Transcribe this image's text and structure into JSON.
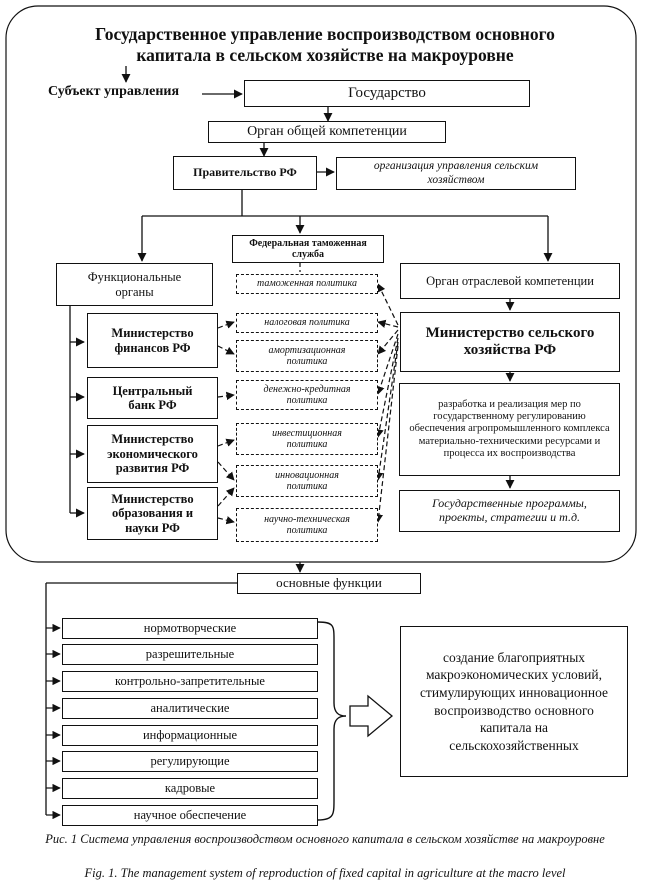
{
  "title": "Государственное управление воспроизводством основного капитала в сельском хозяйстве на макроуровне",
  "subject_label": "Субъект управления",
  "boxes": {
    "state": "Государство",
    "general_competence": "Орган общей компетенции",
    "government": "Правительство РФ",
    "gov_org": "организация управления сельским хозяйством",
    "customs": "Федеральная таможенная служба",
    "functional": "Функциональные органы",
    "sector_competence": "Орган отраслевой компетенции",
    "min_fin": "Министерство финансов РФ",
    "central_bank": "Центральный банк РФ",
    "min_econ": "Министерство экономического развития РФ",
    "min_edu": "Министерство образования и науки РФ",
    "min_agri": "Министерство сельского хозяйства РФ",
    "agri_measures": "разработка и реализация мер по государственному регулированию обеспечения агропромышленного комплекса материально-техническими ресурсами и процесса их воспроизводства",
    "programs": "Государственные программы, проекты, стратегии и т.д."
  },
  "policies": [
    "таможенная политика",
    "налоговая политика",
    "амортизационная политика",
    "денежно-кредитная политика",
    "инвестиционная политика",
    "инновационная политика",
    "научно-техническая политика"
  ],
  "main_functions_label": "основные функции",
  "functions": [
    "нормотворческие",
    "разрешительные",
    "контрольно-запретительные",
    "аналитические",
    "информационные",
    "регулирующие",
    "кадровые",
    "научное обеспечение"
  ],
  "result": "создание благоприятных макроэкономических условий, стимулирующих инновационное воспроизводство основного капитала на сельскохозяйственных",
  "caption_ru": "Рис. 1 Система управления воспроизводством основного капитала в сельском хозяйстве на макроуровне",
  "caption_en": "Fig. 1. The management system of reproduction of fixed capital in agriculture at the macro level"
}
